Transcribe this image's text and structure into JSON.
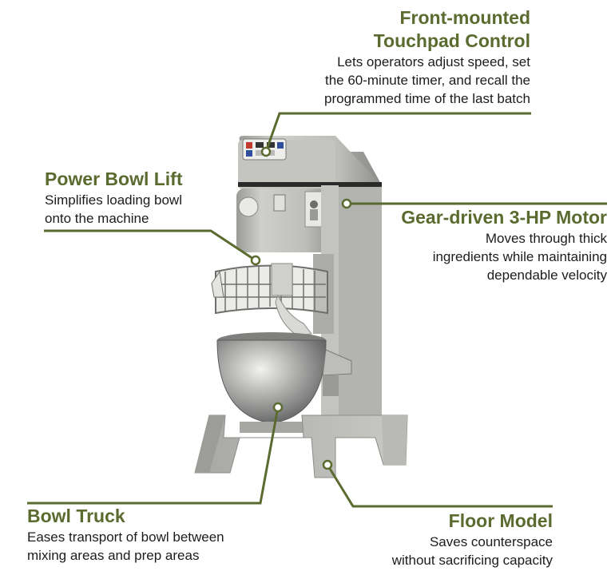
{
  "accent_color": "#5b6b2f",
  "callouts": {
    "touchpad": {
      "title_line1": "Front-mounted",
      "title_line2": "Touchpad Control",
      "desc_line1": "Lets operators adjust speed, set",
      "desc_line2": "the 60-minute timer, and recall the",
      "desc_line3": "programmed time of the last batch"
    },
    "bowl_lift": {
      "title": "Power Bowl Lift",
      "desc_line1": "Simplifies loading bowl",
      "desc_line2": "onto the machine"
    },
    "motor": {
      "title": "Gear-driven 3-HP Motor",
      "desc_line1": "Moves through thick",
      "desc_line2": "ingredients while maintaining",
      "desc_line3": "dependable velocity"
    },
    "bowl_truck": {
      "title": "Bowl Truck",
      "desc_line1": "Eases transport of bowl between",
      "desc_line2": "mixing areas and prep areas"
    },
    "floor_model": {
      "title": "Floor Model",
      "desc_line1": "Saves counterspace",
      "desc_line2": "without sacrificing capacity"
    }
  }
}
